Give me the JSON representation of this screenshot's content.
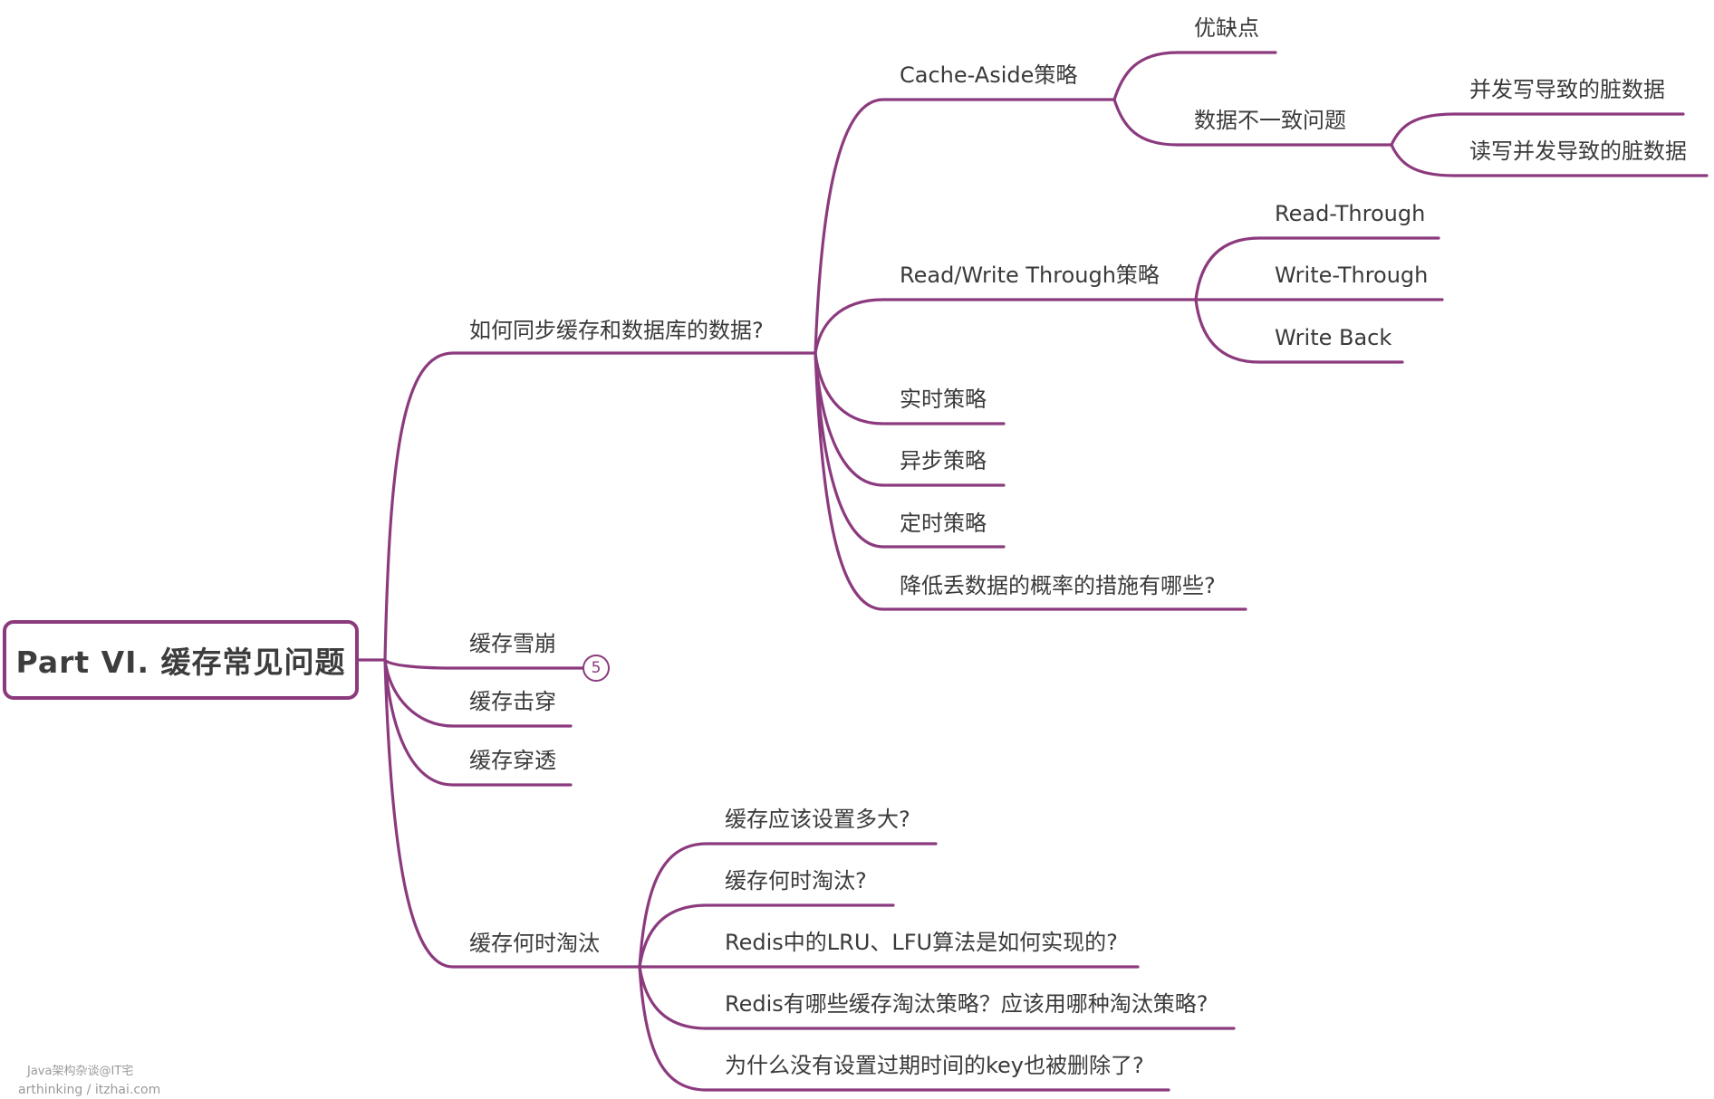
{
  "root": {
    "label": "Part VI. 缓存常见问题"
  },
  "branches": {
    "sync": {
      "label": "如何同步缓存和数据库的数据?",
      "cache_aside": {
        "label": "Cache-Aside策略",
        "pros_cons": "优缺点",
        "inconsistency": "数据不一致问题",
        "concurrent_write": "并发写导致的脏数据",
        "read_write": "读写并发导致的脏数据"
      },
      "rw_through": {
        "label": "Read/Write Through策略",
        "read_through": "Read-Through",
        "write_through": "Write-Through",
        "write_back": "Write Back"
      },
      "realtime": "实时策略",
      "async": "异步策略",
      "scheduled": "定时策略",
      "reduce_loss": "降低丢数据的概率的措施有哪些?"
    },
    "avalanche": {
      "label": "缓存雪崩",
      "collapsed_count": "5"
    },
    "breakdown": "缓存击穿",
    "penetration": "缓存穿透",
    "eviction": {
      "label": "缓存何时淘汰",
      "size": "缓存应该设置多大?",
      "when": "缓存何时淘汰?",
      "lru_lfu": "Redis中的LRU、LFU算法是如何实现的?",
      "policies": "Redis有哪些缓存淘汰策略？应该用哪种淘汰策略?",
      "no_expire_deleted": "为什么没有设置过期时间的key也被删除了?"
    }
  },
  "watermark": {
    "line1": "Java架构杂谈@IT宅",
    "line2": "arthinking / itzhai.com"
  },
  "colors": {
    "branch": "#8c3a7e",
    "text": "#3a3a3a"
  }
}
